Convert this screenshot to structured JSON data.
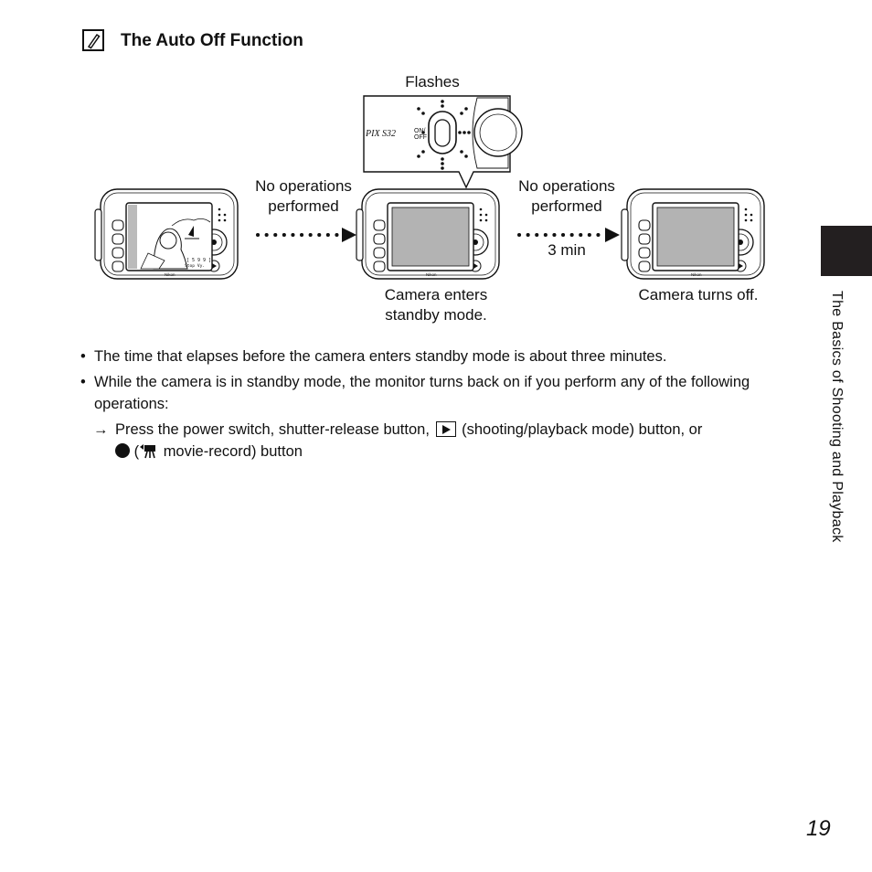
{
  "note": {
    "icon": "pencil-note-icon",
    "title": "The Auto Off Function"
  },
  "diagram": {
    "flashes": "Flashes",
    "zoom_brand": "PIX S32",
    "zoom_switch": "ON/OFF",
    "no_ops_1": [
      "No operations",
      "performed"
    ],
    "no_ops_2": [
      "No operations",
      "performed"
    ],
    "time": "3 min",
    "standby": [
      "Camera enters",
      "standby mode."
    ],
    "turns_off": "Camera turns off.",
    "camera_brand": "Nikon"
  },
  "bullets": [
    "The time that elapses before the camera enters standby mode is about three minutes.",
    "While the camera is in standby mode, the monitor turns back on if you perform any of the following operations:"
  ],
  "sub_item": {
    "arrow": "→",
    "part1": "Press the power switch, shutter-release button,",
    "part2": "(shooting/playback mode) button, or",
    "part3": "(",
    "part4": "movie-record) button"
  },
  "side_tab": "The Basics of Shooting and Playback",
  "page_number": "19"
}
